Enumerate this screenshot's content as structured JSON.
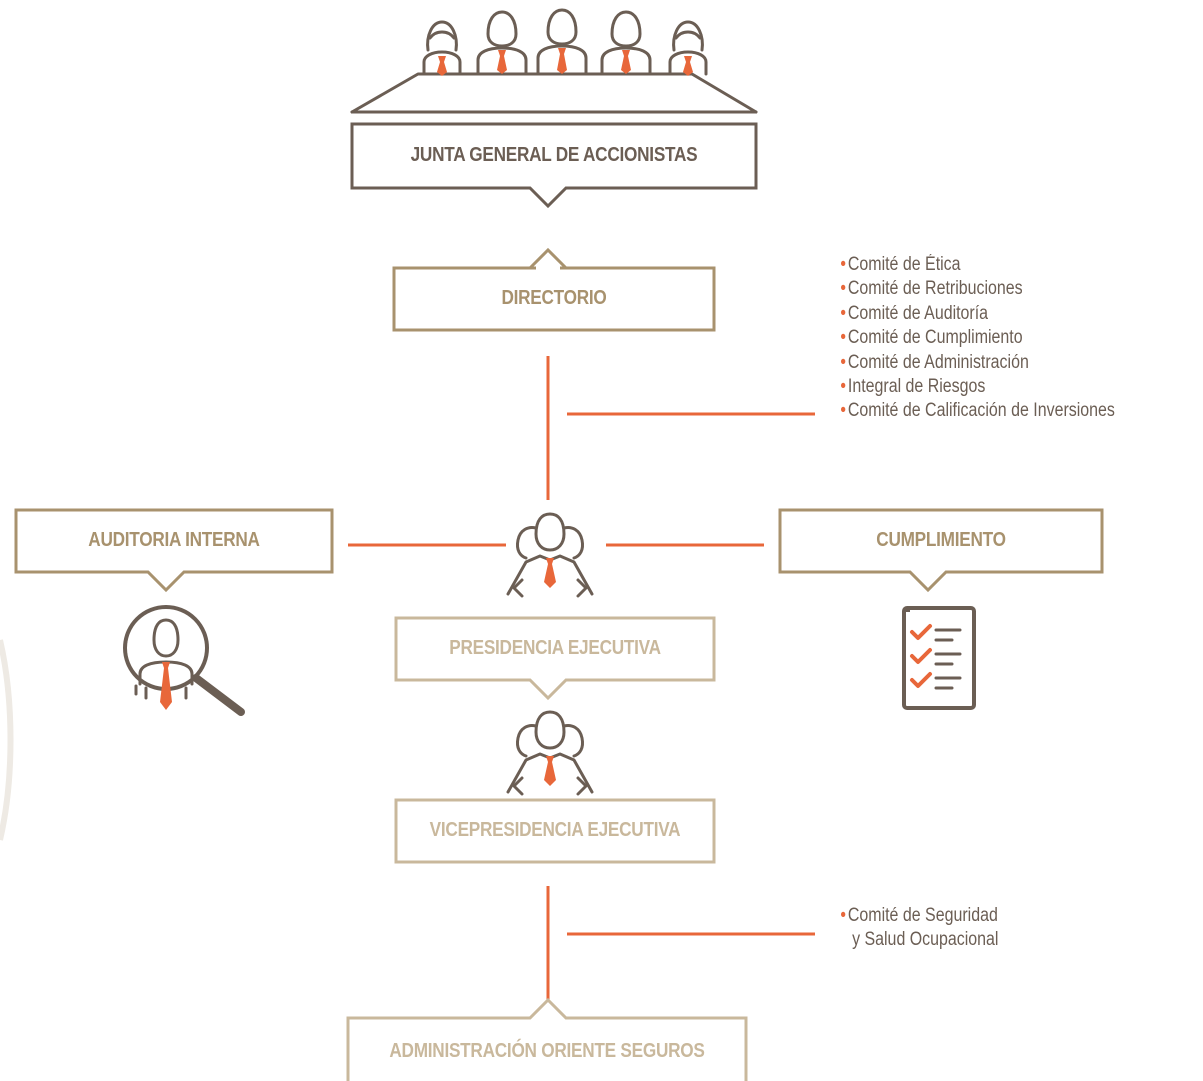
{
  "colors": {
    "accent": "#e8673a",
    "dark_brown": "#6b5e54",
    "gold": "#a8926e",
    "light_beige": "#c9b89c"
  },
  "nodes": {
    "junta": "JUNTA GENERAL DE ACCIONISTAS",
    "directorio": "DIRECTORIO",
    "auditoria": "AUDITORIA INTERNA",
    "cumplimiento": "CUMPLIMIENTO",
    "presidencia": "PRESIDENCIA EJECUTIVA",
    "vicepresidencia": "VICEPRESIDENCIA EJECUTIVA",
    "administracion": "ADMINISTRACIÓN ORIENTE SEGUROS"
  },
  "directorio_committees": [
    "Comité de Ética",
    "Comité de Retribuciones",
    "Comité de Auditoría",
    "Comité de Cumplimiento",
    "Comité de Administración",
    "Integral de Riesgos",
    "Comité de Calificación de Inversiones"
  ],
  "vicepresidencia_committee": {
    "line1": "Comité de Seguridad",
    "line2": "y Salud Ocupacional"
  },
  "icons": {
    "board": "board-of-shareholders-icon",
    "executive": "executive-person-icon",
    "audit": "magnifier-person-icon",
    "compliance": "checklist-icon"
  }
}
